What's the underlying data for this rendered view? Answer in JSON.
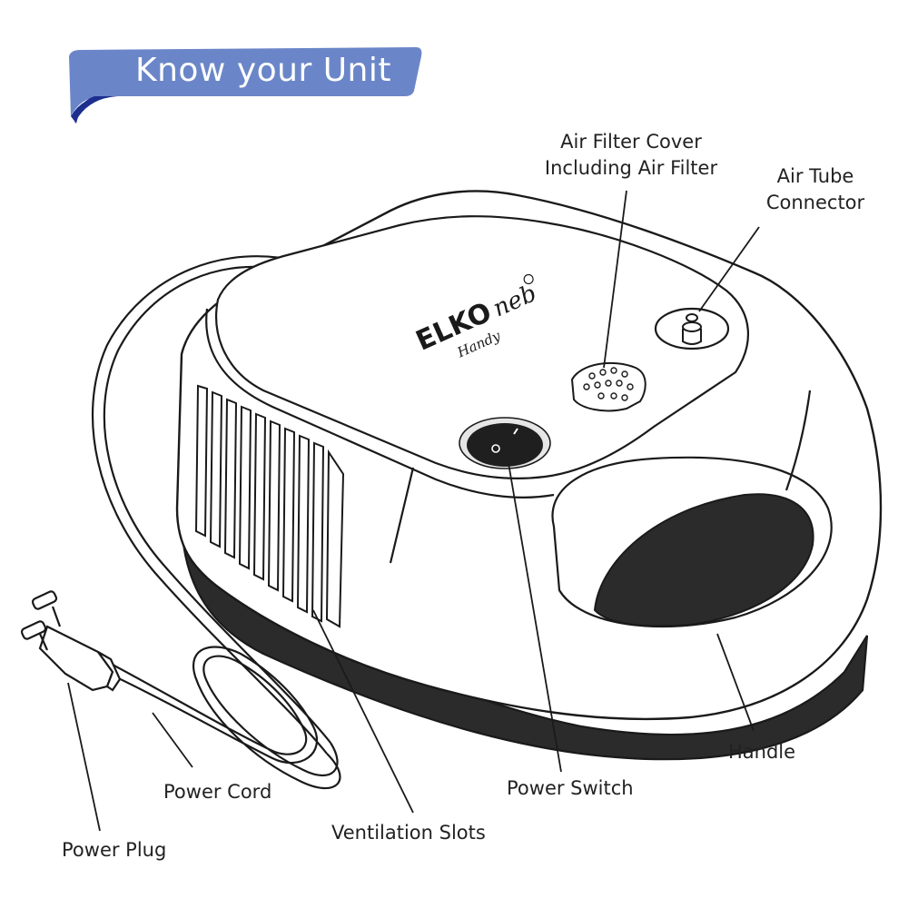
{
  "banner": {
    "title": "Know your Unit"
  },
  "brand": {
    "name": "ELKO",
    "script": "neb",
    "model": "Handy"
  },
  "callouts": {
    "air_filter_cover": [
      "Air Filter Cover",
      "Including Air Filter"
    ],
    "air_tube_connector": [
      "Air Tube",
      "Connector"
    ],
    "handle": "Handle",
    "power_switch": "Power Switch",
    "ventilation_slots": "Ventilation Slots",
    "power_cord": "Power Cord",
    "power_plug": "Power Plug"
  },
  "colors": {
    "banner": "#6b86c8",
    "banner_fold": "#1c2f8f",
    "outline": "#1a1a1a",
    "dark_fill": "#2b2b2b",
    "device_fill": "#ffffff"
  }
}
